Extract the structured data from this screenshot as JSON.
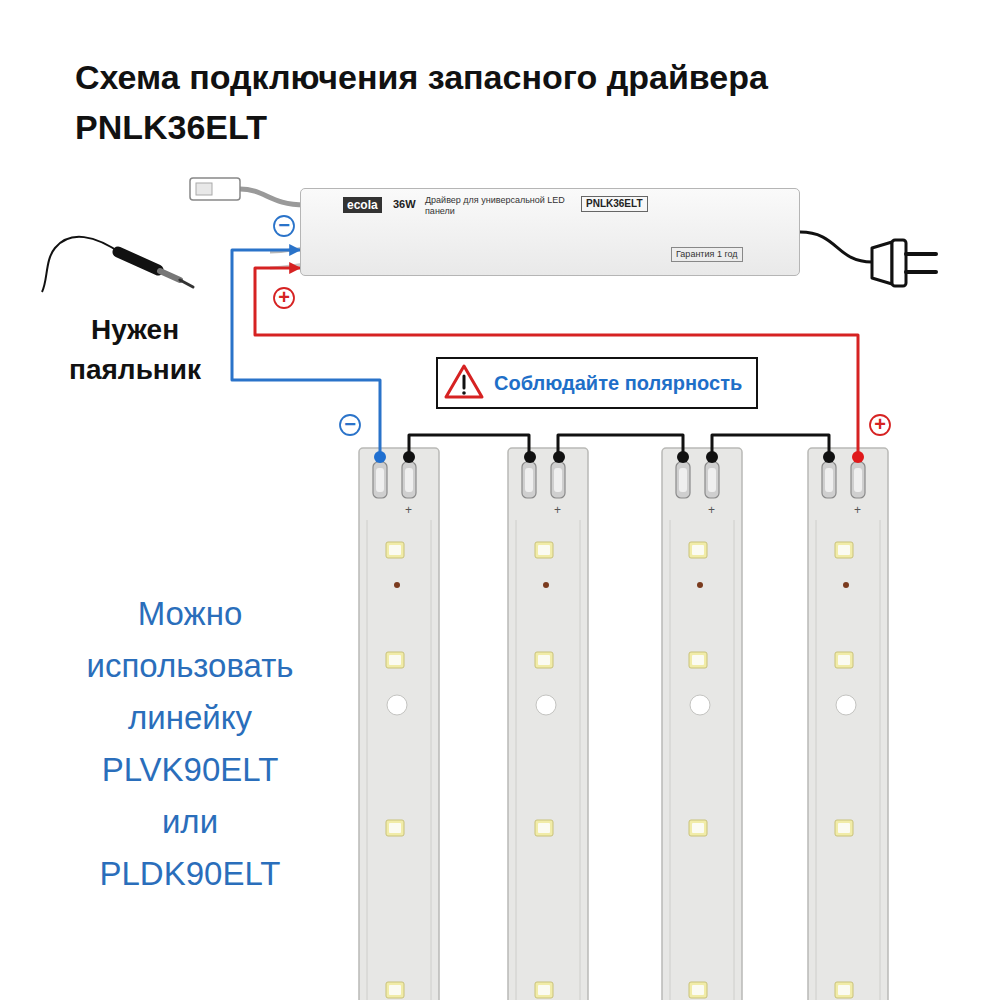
{
  "diagram": {
    "title": "Схема подключения запасного драйвера PNLK36ELT",
    "nodes": [
      {
        "text": [
          "ecola",
          "36W",
          "Драйвер для универсальной LED панели",
          "PNLK36ELT",
          "Гарантия 1 год"
        ]
      },
      {
        "text": [
          "Соблюдайте полярность"
        ]
      },
      {
        "text": [
          "+"
        ]
      },
      {
        "text": [
          "+"
        ]
      },
      {
        "text": [
          "+"
        ]
      },
      {
        "text": [
          "+"
        ]
      }
    ],
    "edges": [
      {
        "from": 2,
        "to": 0,
        "arrow": "to"
      },
      {
        "from": 5,
        "to": 0,
        "arrow": "to"
      },
      {
        "from": 2,
        "to": 3,
        "arrow": "none"
      },
      {
        "from": 3,
        "to": 4,
        "arrow": "none"
      },
      {
        "from": 4,
        "to": 5,
        "arrow": "none"
      }
    ],
    "labels": [
      "−",
      "+",
      "Нужен паяльник",
      "−",
      "+",
      "Можно использовать линейку PLVK90ELT или PLDK90ELT"
    ]
  }
}
